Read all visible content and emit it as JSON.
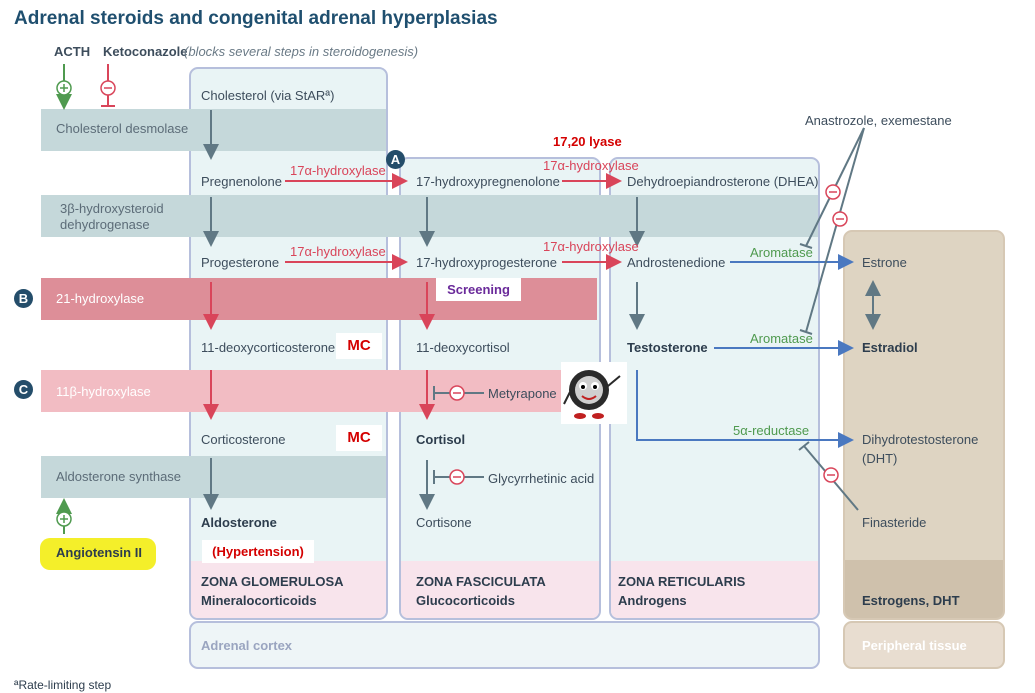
{
  "title": "Adrenal steroids and congenital adrenal hyperplasias",
  "acth": "ACTH",
  "ketoconazole": "Ketoconazole",
  "ketoconazole_note": "(blocks several steps in steroidogenesis)",
  "enzyme_bands": {
    "cholesterol_desmolase": "Cholesterol desmolase",
    "hsd_line1": "3β-hydroxysteroid",
    "hsd_line2": "dehydrogenase",
    "hydroxylase21": "21-hydroxylase",
    "hydroxylase11b": "11β-hydroxylase",
    "aldosterone_synthase": "Aldosterone synthase"
  },
  "markers": {
    "a": "A",
    "b": "B",
    "c": "C"
  },
  "steroids": {
    "cholesterol": "Cholesterol (via StARª)",
    "pregnenolone": "Pregnenolone",
    "progesterone": "Progesterone",
    "deoxycorticosterone": "11-deoxycorticosterone",
    "corticosterone": "Corticosterone",
    "aldosterone": "Aldosterone",
    "hydroxypregnenolone": "17-hydroxypregnenolone",
    "hydroxyprogesterone": "17-hydroxyprogesterone",
    "deoxycortisol": "11-deoxycortisol",
    "cortisol": "Cortisol",
    "cortisone": "Cortisone",
    "dhea": "Dehydroepiandrosterone (DHEA)",
    "androstenedione": "Androstenedione",
    "testosterone": "Testosterone",
    "estrone": "Estrone",
    "estradiol": "Estradiol",
    "dht_line1": "Dihydrotestosterone",
    "dht_line2": "(DHT)"
  },
  "enzymes": {
    "hydroxylase17a": "17α-hydroxylase",
    "lyase": "17,20 lyase",
    "aromatase": "Aromatase",
    "reductase5a": "5α-reductase"
  },
  "drugs": {
    "anastrozole": "Anastrozole, exemestane",
    "metyrapone": "Metyrapone",
    "glycyrrhetinic": "Glycyrrhetinic acid",
    "finasteride": "Finasteride",
    "angiotensin": "Angiotensin II"
  },
  "annotations": {
    "screening": "Screening",
    "mc": "MC",
    "hypertension": "(Hypertension)"
  },
  "zones": {
    "glomerulosa": "ZONA GLOMERULOSA",
    "glomerulosa_sub": "Mineralocorticoids",
    "fasciculata": "ZONA FASCICULATA",
    "fasciculata_sub": "Glucocorticoids",
    "reticularis": "ZONA RETICULARIS",
    "reticularis_sub": "Androgens",
    "peripheral_sub": "Estrogens, DHT",
    "adrenal_cortex": "Adrenal cortex",
    "peripheral_tissue": "Peripheral tissue"
  },
  "signs": {
    "plus": "+",
    "minus": "−"
  },
  "footnote": "ªRate-limiting step",
  "colors": {
    "title": "#1f4f6f",
    "inhibition": "#d9455a",
    "stimulation": "#4f9a4f",
    "conversion_arrow": "#607884",
    "peripheral_arrow": "#4a78c0",
    "annotation_red": "#d40000",
    "highlight": "#f4ef2a"
  }
}
